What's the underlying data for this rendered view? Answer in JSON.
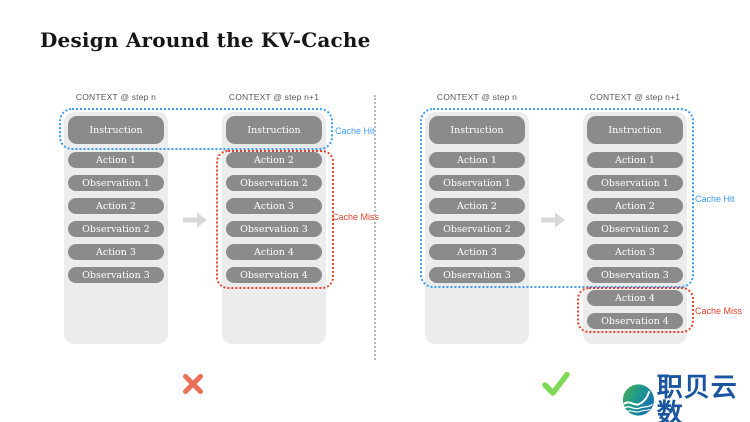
{
  "title": "Design Around the KV-Cache",
  "left_diagram": {
    "col1": {
      "label": "CONTEXT @ step n",
      "boxes": [
        "Instruction",
        "Action 1",
        "Observation 1",
        "Action 2",
        "Observation 2",
        "Action 3",
        "Observation 3"
      ]
    },
    "col2": {
      "label": "CONTEXT @ step n+1",
      "boxes": [
        "Instruction",
        "Action 2",
        "Observation 2",
        "Action 3",
        "Observation 3",
        "Action 4",
        "Observation 4"
      ]
    },
    "cache_hit": "Cache Hit",
    "cache_miss": "Cache Miss",
    "verdict": "wrong"
  },
  "right_diagram": {
    "col1": {
      "label": "CONTEXT @ step n",
      "boxes": [
        "Instruction",
        "Action 1",
        "Observation 1",
        "Action 2",
        "Observation 2",
        "Action 3",
        "Observation 3"
      ]
    },
    "col2": {
      "label": "CONTEXT @ step n+1",
      "boxes": [
        "Instruction",
        "Action 1",
        "Observation 1",
        "Action 2",
        "Observation 2",
        "Action 3",
        "Observation 3",
        "Action 4",
        "Observation 4"
      ]
    },
    "cache_hit": "Cache Hit",
    "cache_miss": "Cache Miss",
    "verdict": "correct"
  },
  "icons": {
    "cross": "cross-icon",
    "check": "check-icon",
    "arrow": "arrow-right-icon"
  },
  "colors": {
    "box_fill": "#8b8b8b",
    "column_fill": "#ececec",
    "cache_hit": "#3f9bf8",
    "cache_miss": "#e8432e",
    "cross": "#e96f57",
    "check": "#7ed957",
    "arrow": "#d8d8d8",
    "logo_text": "#1a55a0"
  },
  "logo": {
    "text": "职贝云数"
  }
}
